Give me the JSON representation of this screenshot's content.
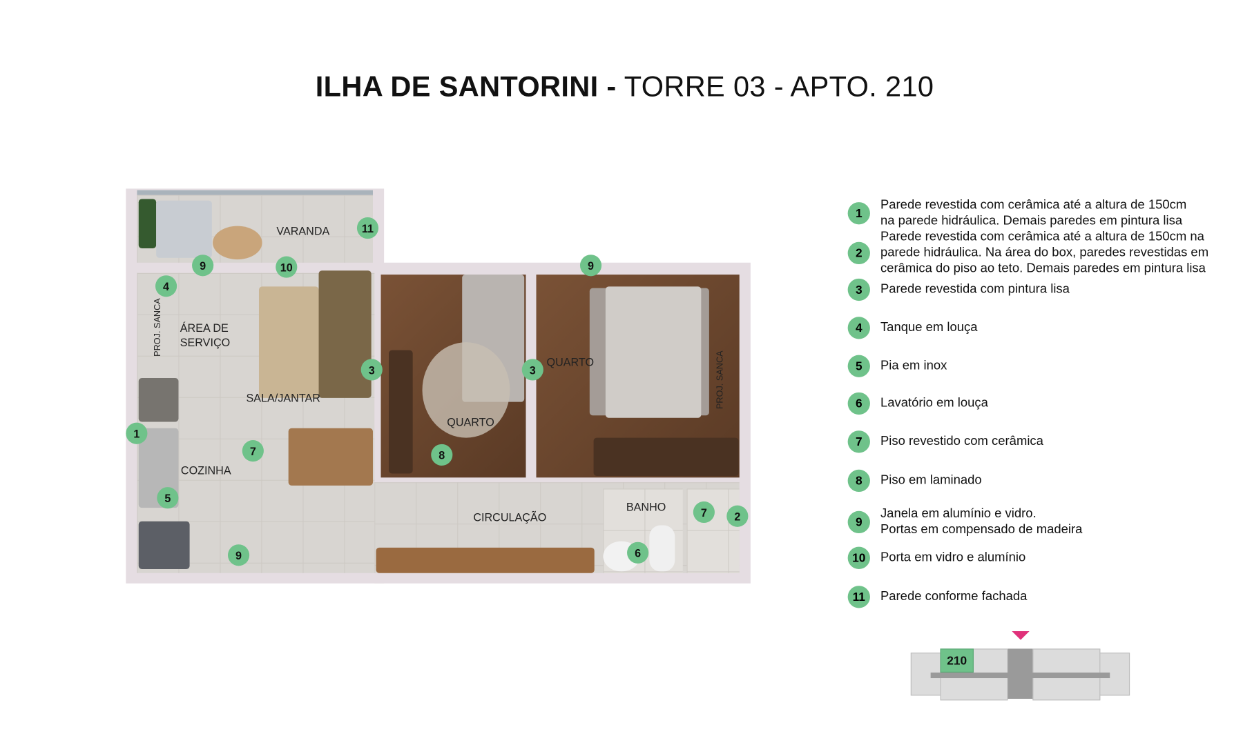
{
  "title": {
    "bold": "ILHA DE SANTORINI -",
    "regular": " TORRE 03 - APTO. 210"
  },
  "plan": {
    "rooms": {
      "varanda": "VARANDA",
      "area_servico_1": "ÁREA DE",
      "area_servico_2": "SERVIÇO",
      "sala": "SALA/JANTAR",
      "cozinha": "COZINHA",
      "quarto1": "QUARTO",
      "quarto2": "QUARTO",
      "circulacao": "CIRCULAÇÃO",
      "banho": "BANHO",
      "sanca1": "PROJ. SANCA",
      "sanca2": "PROJ. SANCA"
    },
    "markers": [
      "11",
      "9",
      "10",
      "9",
      "4",
      "3",
      "3",
      "1",
      "7",
      "8",
      "5",
      "7",
      "2",
      "6",
      "9"
    ]
  },
  "legend": [
    {
      "n": "1",
      "text": "Parede revestida com cerâmica até a altura de 150cm\nna parede hidráulica. Demais paredes em pintura lisa"
    },
    {
      "n": "2",
      "text": "Parede revestida com cerâmica até a altura de 150cm na\nparede hidráulica. Na área do box, paredes revestidas em\ncerâmica do piso ao teto. Demais paredes em pintura lisa"
    },
    {
      "n": "3",
      "text": "Parede revestida com pintura lisa"
    },
    {
      "n": "4",
      "text": "Tanque em louça"
    },
    {
      "n": "5",
      "text": "Pia em inox"
    },
    {
      "n": "6",
      "text": "Lavatório em louça"
    },
    {
      "n": "7",
      "text": "Piso revestido com cerâmica"
    },
    {
      "n": "8",
      "text": "Piso em laminado"
    },
    {
      "n": "9",
      "text": "Janela em alumínio e vidro.\nPortas em compensado de madeira"
    },
    {
      "n": "10",
      "text": "Porta em vidro e alumínio"
    },
    {
      "n": "11",
      "text": "Parede conforme fachada"
    }
  ],
  "key_plan": {
    "unit": "210",
    "highlight_color": "#6fc28a",
    "pointer_color": "#e0317a"
  },
  "colors": {
    "marker": "#6fc28a",
    "wall": "#e5dde2"
  }
}
